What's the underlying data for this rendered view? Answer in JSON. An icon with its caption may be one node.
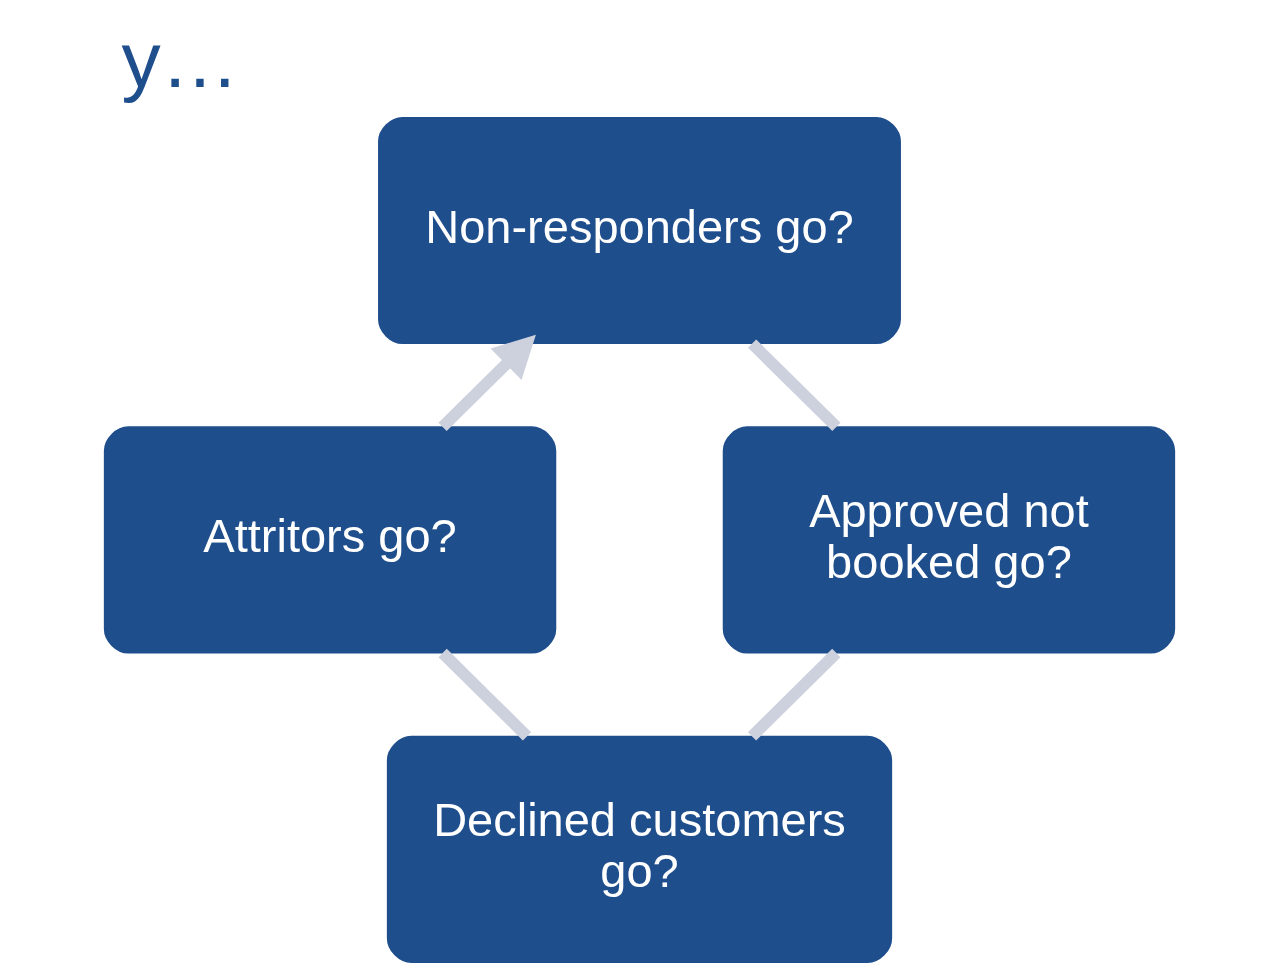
{
  "diagram": {
    "title": "y…",
    "nodes": [
      {
        "text": [
          "Non-responders go?"
        ]
      },
      {
        "text": [
          "Approved not booked go?"
        ]
      },
      {
        "text": [
          "Declined customers go?"
        ]
      },
      {
        "text": [
          "Attritors go?"
        ]
      }
    ],
    "edges": [
      {
        "from": 0,
        "to": 1,
        "arrow": "none"
      },
      {
        "from": 1,
        "to": 2,
        "arrow": "none"
      },
      {
        "from": 2,
        "to": 3,
        "arrow": "none"
      },
      {
        "from": 3,
        "to": 0,
        "arrow": "to"
      }
    ]
  }
}
